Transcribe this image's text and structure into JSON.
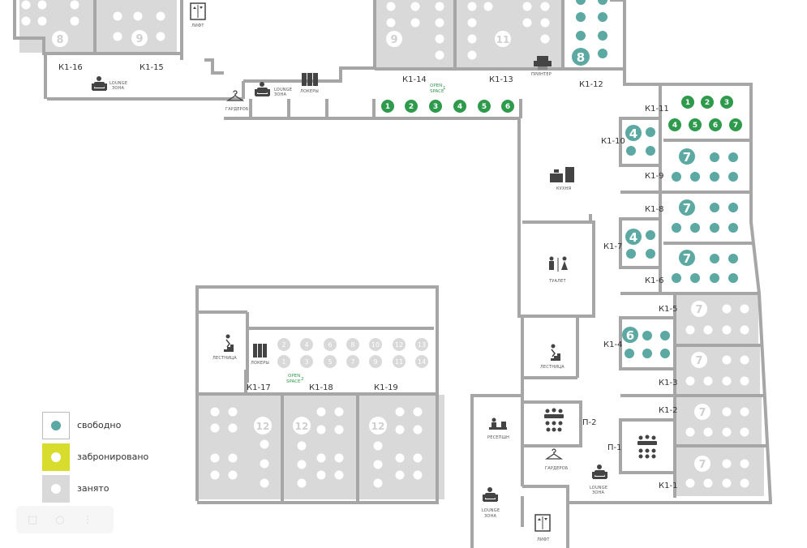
{
  "colors": {
    "free": "#5ba9a2",
    "booked": "#d8dc2c",
    "occupied": "#d9d9d9",
    "open_space": "#2e9a4c",
    "wall": "#a6a6a6"
  },
  "legend": [
    {
      "status": "free",
      "label": "свободно"
    },
    {
      "status": "booked",
      "label": "забронировано"
    },
    {
      "status": "occupied",
      "label": "занято"
    }
  ],
  "rooms": [
    {
      "id": "K1-1",
      "label": "К1-1",
      "capacity": "7",
      "status": "occupied"
    },
    {
      "id": "K1-2",
      "label": "К1-2",
      "capacity": "7",
      "status": "occupied"
    },
    {
      "id": "K1-3",
      "label": "К1-3",
      "capacity": "7",
      "status": "occupied"
    },
    {
      "id": "K1-4",
      "label": "К1-4",
      "capacity": "6",
      "status": "free"
    },
    {
      "id": "K1-5",
      "label": "К1-5",
      "capacity": "7",
      "status": "occupied"
    },
    {
      "id": "K1-6",
      "label": "К1-6",
      "capacity": "7",
      "status": "free"
    },
    {
      "id": "K1-7",
      "label": "К1-7",
      "capacity": "4",
      "status": "free"
    },
    {
      "id": "K1-8",
      "label": "К1-8",
      "capacity": "7",
      "status": "free"
    },
    {
      "id": "K1-9",
      "label": "К1-9",
      "capacity": "7",
      "status": "free"
    },
    {
      "id": "K1-10",
      "label": "К1-10",
      "capacity": "4",
      "status": "free"
    },
    {
      "id": "K1-11",
      "label": "К1-11",
      "capacity": "",
      "status": "open"
    },
    {
      "id": "K1-12",
      "label": "К1-12",
      "capacity": "8",
      "status": "free"
    },
    {
      "id": "K1-13",
      "label": "К1-13",
      "capacity": "11",
      "status": "occupied"
    },
    {
      "id": "K1-14",
      "label": "К1-14",
      "capacity": "9",
      "status": "occupied"
    },
    {
      "id": "K1-15",
      "label": "К1-15",
      "capacity": "9",
      "status": "occupied"
    },
    {
      "id": "K1-16",
      "label": "К1-16",
      "capacity": "8",
      "status": "occupied"
    },
    {
      "id": "K1-17",
      "label": "К1-17",
      "capacity": "12",
      "status": "occupied"
    },
    {
      "id": "K1-18",
      "label": "К1-18",
      "capacity": "12",
      "status": "occupied"
    },
    {
      "id": "K1-19",
      "label": "К1-19",
      "capacity": "12",
      "status": "occupied"
    },
    {
      "id": "P-1",
      "label": "П-1"
    },
    {
      "id": "P-2",
      "label": "П-2"
    }
  ],
  "open_space_1": {
    "line1": "OPEN",
    "line2": "SPACE",
    "num": "1",
    "seats": [
      "1",
      "2",
      "3",
      "4",
      "5",
      "6"
    ]
  },
  "open_space_2": {
    "line1": "OPEN",
    "line2": "SPACE",
    "num": "2",
    "seats_top": [
      "2",
      "4",
      "6",
      "8",
      "10",
      "12",
      "13"
    ],
    "seats_bottom": [
      "1",
      "3",
      "5",
      "7",
      "9",
      "11",
      "14"
    ]
  },
  "k1_11_seats": {
    "top": [
      "1",
      "2",
      "3"
    ],
    "bottom": [
      "4",
      "5",
      "6",
      "7"
    ]
  },
  "facilities": {
    "lift": "ЛИФТ",
    "lounge": "LOUNGE",
    "lounge_zone": "ЗОНА",
    "wardrobe": "ГАРДЕРОБ",
    "lockers_1": "ЛОКЕРЫ",
    "lockers_2": "ЛОКЕРЫ",
    "printer": "ПРИНТЕР",
    "kitchen": "КУХНЯ",
    "toilet": "ТУАЛЕТ",
    "stairs": "ЛЕСТНИЦА",
    "reception": "РЕСЕПШН"
  }
}
